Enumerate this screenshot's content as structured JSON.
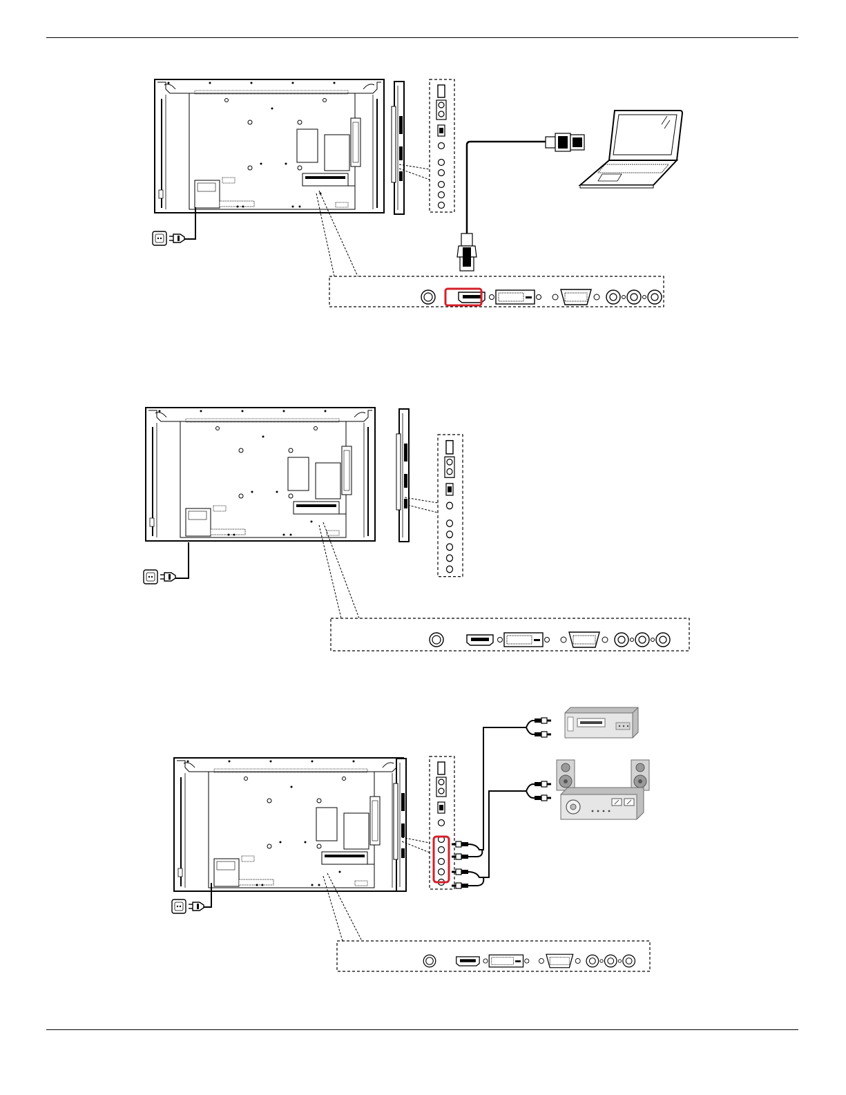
{
  "page": {
    "background": "#ffffff",
    "rule_color": "#000000",
    "highlight_color": "#d4202a"
  },
  "figures": [
    {
      "id": "figure-hdmi-connection",
      "highlighted_port": "hdmi",
      "devices": [
        "laptop-icon",
        "hdmi-cable-icon",
        "power-plug-icon"
      ]
    },
    {
      "id": "figure-rear-panel-overview",
      "highlighted_port": "none",
      "devices": [
        "power-plug-icon"
      ]
    },
    {
      "id": "figure-audio-video-out-connection",
      "highlighted_port": "rca-column",
      "devices": [
        "dvd-player-icon",
        "speaker-icon",
        "amplifier-icon",
        "rca-cable-icon",
        "power-plug-icon"
      ]
    }
  ]
}
